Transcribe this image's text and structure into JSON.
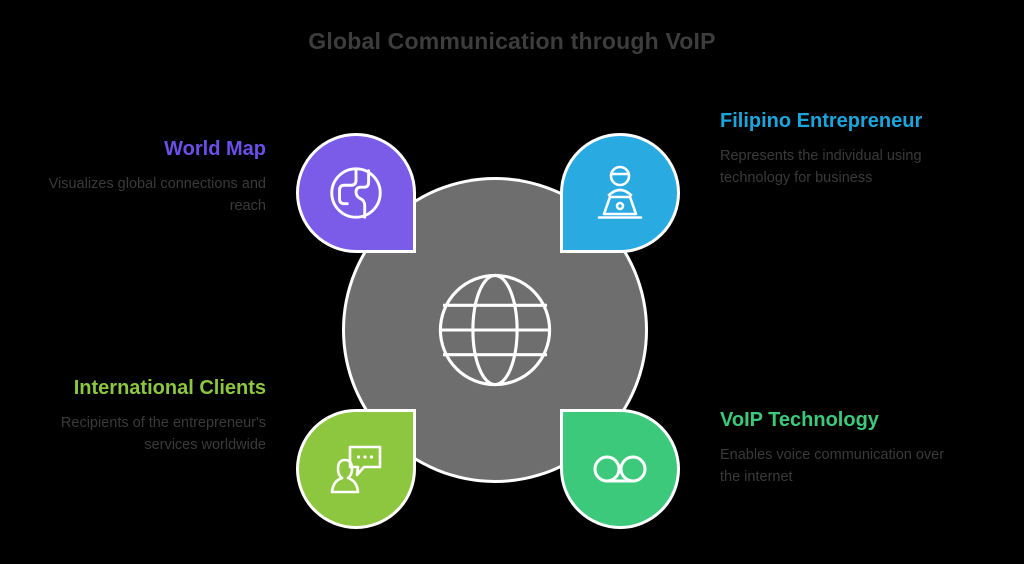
{
  "title": "Global Communication through VoIP",
  "colors": {
    "background": "#000000",
    "title_text": "#3d3d3d",
    "body_text": "#3a3a3a",
    "hub_circle": "#6e6e6e",
    "purple": "#7b5ce8",
    "purple_text": "#6c4fe8",
    "blue": "#29abe2",
    "blue_text": "#1ba5dd",
    "lime": "#8dc63f",
    "lime_text": "#8dc63f",
    "green": "#3cc97c",
    "green_text": "#3cc97c",
    "icon_stroke": "#ffffff"
  },
  "center": {
    "icon": "globe-wireframe-icon"
  },
  "nodes": [
    {
      "id": "world-map",
      "heading": "World Map",
      "description": "Visualizes global connections and reach",
      "icon": "globe-icon",
      "badge_color": "#7b5ce8",
      "heading_color": "#6c4fe8",
      "position": "top-left"
    },
    {
      "id": "filipino-entrepreneur",
      "heading": "Filipino Entrepreneur",
      "description": "Represents the individual using technology for business",
      "icon": "person-at-laptop-icon",
      "badge_color": "#29abe2",
      "heading_color": "#1ba5dd",
      "position": "top-right"
    },
    {
      "id": "international-clients",
      "heading": "International Clients",
      "description": "Recipients of the entrepreneur's services worldwide",
      "icon": "person-speech-bubble-icon",
      "badge_color": "#8dc63f",
      "heading_color": "#8dc63f",
      "position": "bottom-left"
    },
    {
      "id": "voip-technology",
      "heading": "VoIP Technology",
      "description": "Enables voice communication over the internet",
      "icon": "voicemail-icon",
      "badge_color": "#3cc97c",
      "heading_color": "#3cc97c",
      "position": "bottom-right"
    }
  ]
}
